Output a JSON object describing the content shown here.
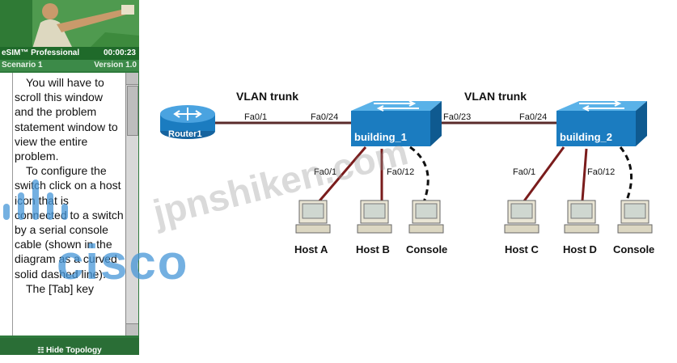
{
  "sim": {
    "product_title": "eSIM™ Professional",
    "timer": "00:00:23",
    "scenario": "Scenario 1",
    "version": "Version 1.0",
    "hide_topology_label": "Hide Topology"
  },
  "problem_text": {
    "paragraph_1": "You will have to scroll this window and the problem statement window to view the entire problem.",
    "paragraph_2": "To configure the switch click on a host icon that is connected to a switch by a serial console cable (shown in the diagram as a curved solid dashed line).",
    "paragraph_3": "The [Tab] key"
  },
  "topology": {
    "vlan_trunk_left": "VLAN trunk",
    "vlan_trunk_right": "VLAN trunk",
    "router_label": "Router1",
    "router_port": "Fa0/1",
    "b1_uplink_port": "Fa0/24",
    "b1_trunk_port": "Fa0/23",
    "b2_trunk_port": "Fa0/24",
    "switch_1_label": "building_1",
    "switch_2_label": "building_2",
    "b1_port_host_a": "Fa0/1",
    "b1_port_host_b": "Fa0/12",
    "b2_port_host_c": "Fa0/1",
    "b2_port_host_d": "Fa0/12",
    "host_a": "Host A",
    "host_b": "Host B",
    "console_1": "Console",
    "host_c": "Host C",
    "host_d": "Host D",
    "console_2": "Console"
  },
  "watermarks": {
    "cisco": "cisco",
    "site": "jpnshiken.com"
  },
  "colors": {
    "panel_green": "#2e7a3c",
    "device_blue": "#1b7cc0",
    "cable_red": "#8a1c1c",
    "cisco_blue": "#4696d7"
  }
}
